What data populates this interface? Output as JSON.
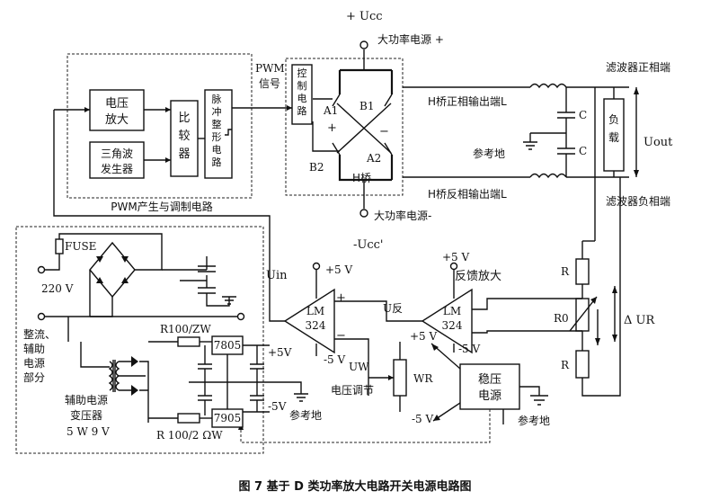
{
  "labels": {
    "vcc_pos": "+ Ucc",
    "power_pos": "大功率电源 +",
    "pwm_signal": "PWM信号",
    "pwm_l1": "PWM",
    "pwm_l2": "信号",
    "voltage_amp_l1": "电压",
    "voltage_amp_l2": "放大",
    "comparator_l1": "比",
    "comparator_l2": "较",
    "comparator_l3": "器",
    "triangle_l1": "三角波",
    "triangle_l2": "发生器",
    "shaper": [
      "脉",
      "冲",
      "整",
      "形",
      "电",
      "路"
    ],
    "ctrl_circuit": [
      "控",
      "制",
      "电",
      "路"
    ],
    "a1": "A1",
    "b1": "B1",
    "a2": "A2",
    "b2": "B2",
    "hbridge": "H桥",
    "h_out_pos": "H桥正相输出端L",
    "h_out_neg": "H桥反相输出端L",
    "cap1": "C",
    "cap2": "C",
    "load": "负载",
    "load_l1": "负",
    "load_l2": "载",
    "ref_gnd": "参考地",
    "filter_pos": "滤波器正相端",
    "filter_neg": "滤波器负相端",
    "uout": "Uout",
    "pwm_block": "PWM产生与调制电路",
    "power_neg": "大功率电源-",
    "vcc_neg": "-Ucc'",
    "fuse": "FUSE",
    "v220": "220 V",
    "rect_l1": "整流、",
    "rect_l2": "辅助",
    "rect_l3": "电源",
    "rect_l4": "部分",
    "aux_l1": "辅助电源",
    "aux_l2": "变压器",
    "aux_l3": "5 W    9 V",
    "r100zw": "R100/ZW",
    "r100_2": "R 100/2  ΩW",
    "reg7805": "7805",
    "reg7905": "7905",
    "p5v": "+5V",
    "m5v": "-5V",
    "ref_gnd2": "参考地",
    "uin": "Uin",
    "lm324_1_l1": "LM",
    "lm324_1_l2": "324",
    "lm324_2_l1": "LM",
    "lm324_2_l2": "324",
    "plus5v_a": "+5 V",
    "minus5v_a": "-5 V",
    "plus5v_b": "+5 V",
    "minus5v_b": "-5 V",
    "ufan": "U反",
    "feedback_amp": "反馈放大",
    "uw": "UW",
    "wr": "WR",
    "vol_adj": "电压调节",
    "plus5v_c": "+5 V",
    "minus5v_c": "-5 V",
    "regulated_l1": "稳压",
    "regulated_l2": "电源",
    "ref_gnd3": "参考地",
    "r_top": "R",
    "r0": "R0",
    "r_bot": "R",
    "delta_ur": "Δ UR",
    "plus": "+",
    "minus": "−"
  },
  "caption": "图 7   基于 D 类功率放大电路开关电源电路图"
}
